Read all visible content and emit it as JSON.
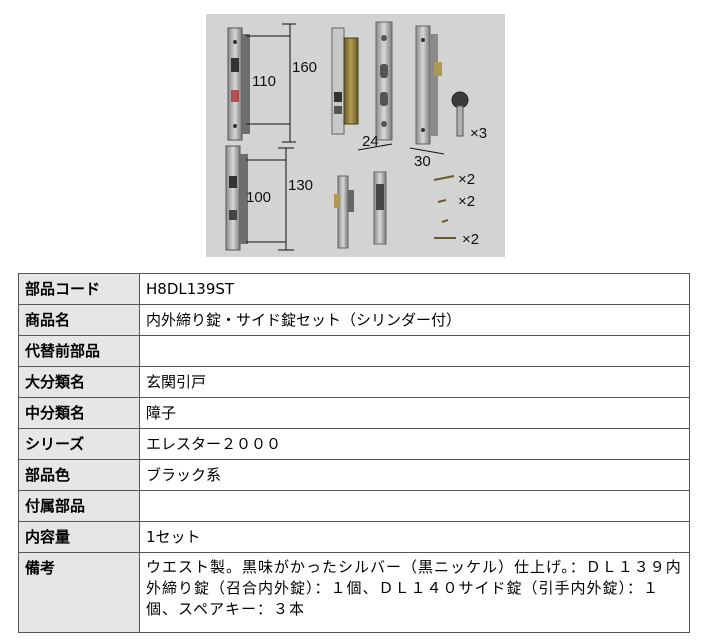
{
  "photo": {
    "dimensions": {
      "top_width": "110",
      "top_height": "160",
      "bottom_width": "100",
      "bottom_height": "130",
      "strike_width": "24",
      "plate_width": "30"
    },
    "quantities": {
      "keys": "×3",
      "screw_a": "×2",
      "screw_b": "×2",
      "screw_c": "×2"
    }
  },
  "spec": {
    "rows": [
      {
        "label": "部品コード",
        "value": "H8DL139ST"
      },
      {
        "label": "商品名",
        "value": "内外締り錠・サイド錠セット（シリンダー付）"
      },
      {
        "label": "代替前部品",
        "value": ""
      },
      {
        "label": "大分類名",
        "value": "玄関引戸"
      },
      {
        "label": "中分類名",
        "value": "障子"
      },
      {
        "label": "シリーズ",
        "value": "エレスター２０００"
      },
      {
        "label": "部品色",
        "value": "ブラック系"
      },
      {
        "label": "付属部品",
        "value": ""
      },
      {
        "label": "内容量",
        "value": "1セット"
      },
      {
        "label": "備考",
        "value": "ウエスト製。黒味がかったシルバー（黒ニッケル）仕上げ。：ＤＬ１３９内外締り錠（召合内外錠）：１個、ＤＬ１４０サイド錠（引手内外錠）：１個、スペアキー：３本"
      }
    ]
  }
}
